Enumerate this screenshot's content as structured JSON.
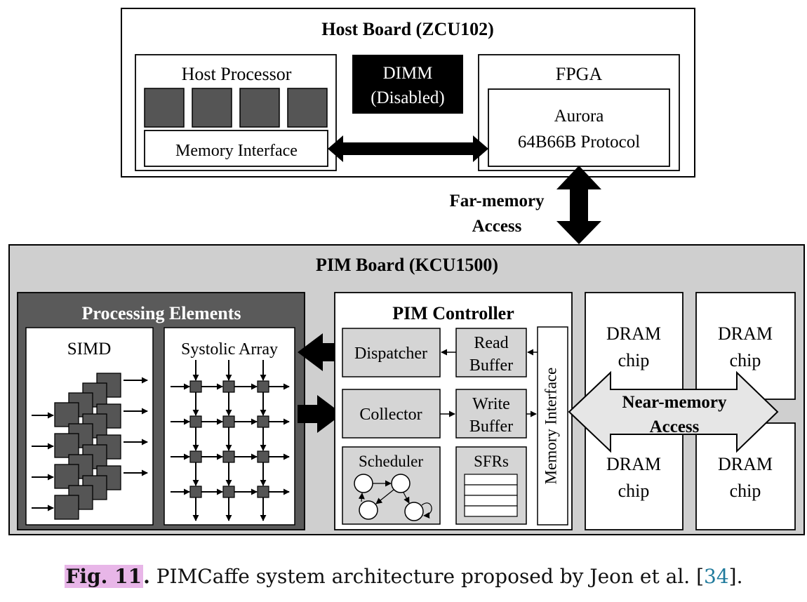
{
  "host_board": {
    "title": "Host Board (ZCU102)",
    "host_processor": {
      "label": "Host Processor",
      "memory_interface": "Memory Interface"
    },
    "dimm": {
      "line1": "DIMM",
      "line2": "(Disabled)"
    },
    "fpga": {
      "label": "FPGA",
      "protocol_line1": "Aurora",
      "protocol_line2": "64B66B Protocol"
    }
  },
  "far_memory": {
    "line1": "Far-memory",
    "line2": "Access"
  },
  "pim_board": {
    "title": "PIM Board (KCU1500)",
    "processing_elements": {
      "title": "Processing Elements",
      "simd": "SIMD",
      "systolic": "Systolic Array"
    },
    "pim_controller": {
      "title": "PIM Controller",
      "dispatcher": "Dispatcher",
      "read_buffer": {
        "line1": "Read",
        "line2": "Buffer"
      },
      "collector": "Collector",
      "write_buffer": {
        "line1": "Write",
        "line2": "Buffer"
      },
      "scheduler": "Scheduler",
      "sfrs": "SFRs",
      "memory_interface": "Memory Interface"
    },
    "dram_chips": [
      {
        "line1": "DRAM",
        "line2": "chip"
      },
      {
        "line1": "DRAM",
        "line2": "chip"
      },
      {
        "line1": "DRAM",
        "line2": "chip"
      },
      {
        "line1": "DRAM",
        "line2": "chip"
      }
    ],
    "near_memory": {
      "line1": "Near-memory",
      "line2": "Access"
    }
  },
  "caption": {
    "fig_label": "Fig. 11",
    "text": "PIMCaffe system architecture proposed by Jeon et al. [",
    "ref": "34",
    "end": "]."
  }
}
